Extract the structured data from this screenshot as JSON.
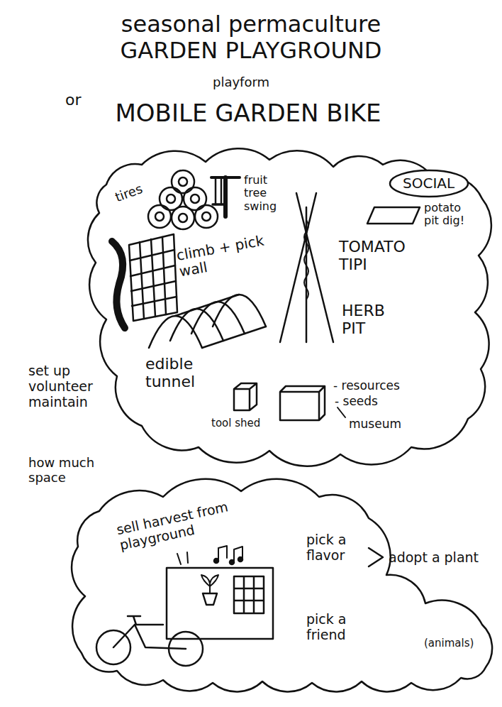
{
  "diagram": {
    "title": "seasonal permaculture GARDEN PLAYGROUND",
    "nodes": [
      {
        "text": [
          "tires",
          "climb + pick wall",
          "fruit tree swing",
          "potato pit dig!",
          "TOMATO TIPI",
          "HERB PIT",
          "edible tunnel",
          "tool shed",
          "- resources",
          "- seeds",
          "museum"
        ]
      },
      {
        "text": [
          "SOCIAL"
        ],
        "in": 0
      },
      {
        "text": [
          "sell harvest from playground",
          "pick a flavor",
          "pick a friend",
          "(animals)"
        ]
      }
    ],
    "labels": [
      "or",
      "playform",
      "MOBILE GARDEN BIKE",
      "set up volunteer maintain",
      "how much space",
      "adopt a plant"
    ]
  }
}
